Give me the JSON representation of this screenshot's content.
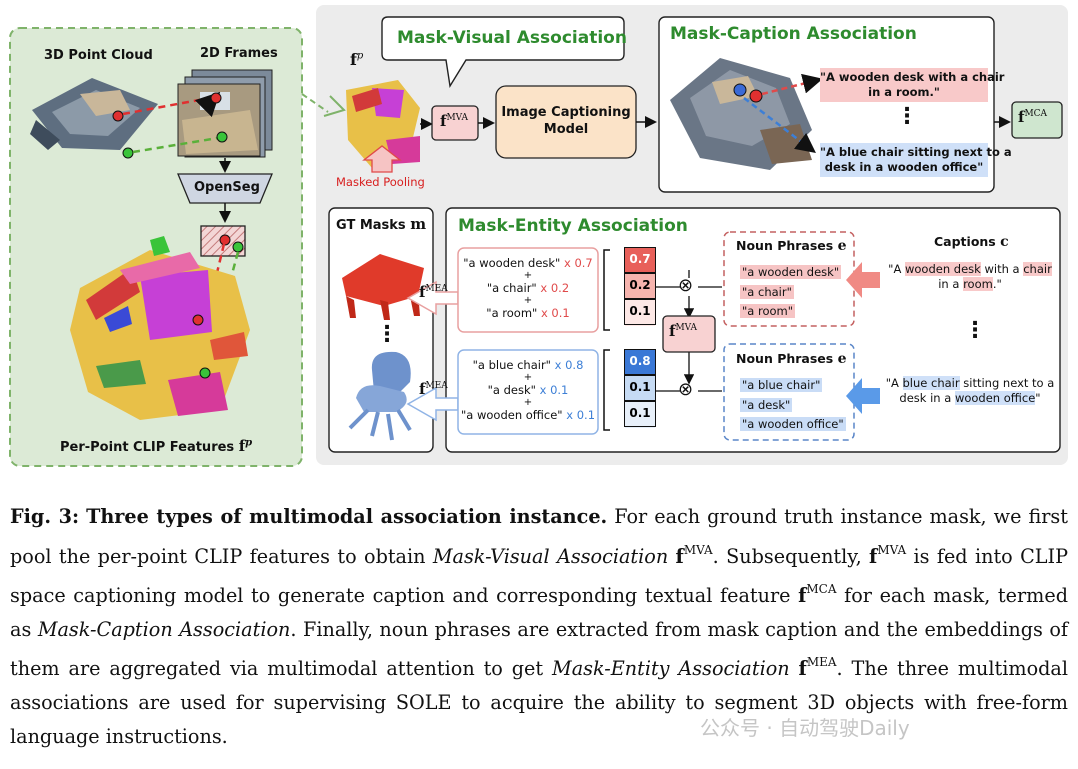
{
  "left_panel": {
    "point_cloud_label": "3D Point Cloud",
    "frames_label": "2D Frames",
    "openseg_label": "OpenSeg",
    "features_label": "Per-Point CLIP Features",
    "features_symbol": "f",
    "features_sup": "p"
  },
  "mva": {
    "title": "Mask-Visual Association",
    "fp_symbol": "f",
    "fp_sup": "p",
    "masked_pooling": "Masked Pooling",
    "f_symbol": "f",
    "f_sup": "MVA",
    "captioning_line1": "Image Captioning",
    "captioning_line2": "Model"
  },
  "mca": {
    "title": "Mask-Caption Association",
    "caption1_line1": "\"A wooden desk with a chair",
    "caption1_line2": "in a room.\"",
    "dots": "⋮",
    "caption2_line1": "\"A blue chair sitting next to a",
    "caption2_line2": "desk in a wooden office\"",
    "f_symbol": "f",
    "f_sup": "MCA"
  },
  "gt": {
    "label": "GT Masks",
    "symbol": "m",
    "dots": "⋮"
  },
  "mea": {
    "title": "Mask-Entity Association",
    "f_symbol": "f",
    "f_sup": "MEA",
    "mva_symbol": "f",
    "mva_sup": "MVA",
    "plus": "+",
    "times": "⊗",
    "top": {
      "terms": [
        {
          "phrase": "\"a wooden desk\"",
          "coef": " x 0.7"
        },
        {
          "phrase": "\"a chair\"",
          "coef": " x 0.2"
        },
        {
          "phrase": "\"a room\"",
          "coef": " x 0.1"
        }
      ],
      "weights": [
        "0.7",
        "0.2",
        "0.1"
      ],
      "noun_title": "Noun Phrases",
      "noun_symbol": "e",
      "nouns": [
        "\"a wooden desk\"",
        "\"a chair\"",
        "\"a room\""
      ],
      "caption_pre": "\"A ",
      "caption_h1": "wooden desk",
      "caption_mid1": " with a ",
      "caption_h2": "chair",
      "caption_line2_pre": "in a ",
      "caption_h3": "room",
      "caption_end": ".\""
    },
    "bottom": {
      "terms": [
        {
          "phrase": "\"a blue chair\"",
          "coef": " x 0.8"
        },
        {
          "phrase": "\"a desk\"",
          "coef": " x 0.1"
        },
        {
          "phrase": "\"a wooden office\"",
          "coef": " x 0.1"
        }
      ],
      "weights": [
        "0.8",
        "0.1",
        "0.1"
      ],
      "noun_title": "Noun Phrases",
      "noun_symbol": "e",
      "nouns": [
        "\"a blue chair\"",
        "\"a desk\"",
        "\"a wooden office\""
      ],
      "caption_pre": "\"A ",
      "caption_h1": "blue chair",
      "caption_mid1": " sitting next to a",
      "caption_line2_pre": "desk in a ",
      "caption_h2": "wooden office",
      "caption_end": "\""
    },
    "captions_title": "Captions",
    "captions_symbol": "c",
    "dots": "⋮"
  },
  "caption": {
    "label": "Fig. 3:",
    "title": "Three types of multimodal association instance.",
    "t1": " For each ground truth instance mask, we first pool the per-point CLIP features to obtain ",
    "i1": "Mask-Visual Association",
    "f_sym": "f",
    "sup_mva": "MVA",
    "t2": ". Subsequently, ",
    "t3": " is fed into CLIP space captioning model to generate caption and corresponding textual feature ",
    "sup_mca": "MCA",
    "t4": " for each mask, termed as ",
    "i2": "Mask-Caption Association",
    "t5": ". Finally, noun phrases are extracted from mask caption and the embeddings of them are aggregated via multimodal attention to get ",
    "i3": "Mask-Entity Association",
    "sup_mea": "MEA",
    "t6": ". The three multimodal associations are used for supervising SOLE to acquire the ability to segment 3D objects with free-form language instructions."
  },
  "watermark": "公众号 · 自动驾驶Daily",
  "colors": {
    "green_title": "#2e8b2e",
    "left_bg": "#dcead6",
    "right_bg": "#ececec",
    "caption_box": "#fbe3c8",
    "red_accent": "#e04a4a",
    "blue_accent": "#3d7fd6"
  }
}
